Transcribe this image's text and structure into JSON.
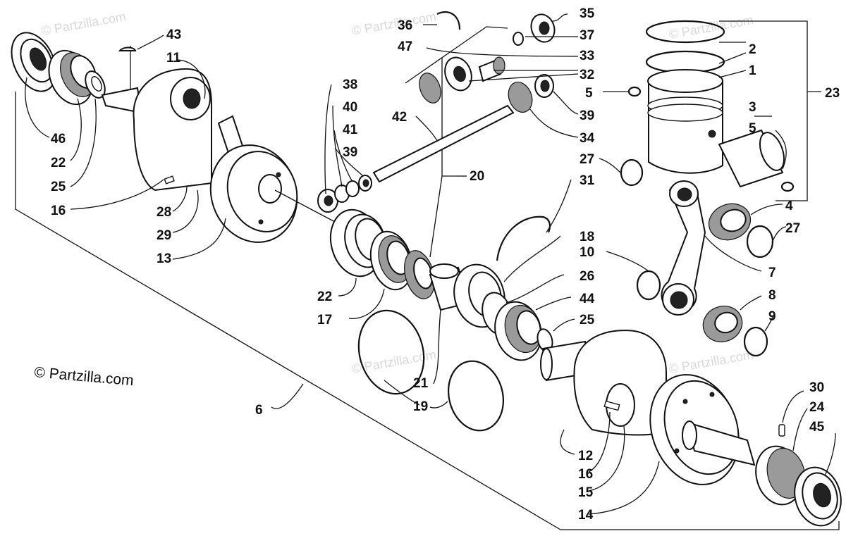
{
  "copyright": "© Partzilla.com",
  "watermark": "© Partzilla.com",
  "callouts": [
    "43",
    "11",
    "46",
    "22",
    "25",
    "16",
    "28",
    "29",
    "13",
    "38",
    "40",
    "41",
    "39",
    "42",
    "20",
    "36",
    "35",
    "47",
    "37",
    "33",
    "32",
    "39",
    "34",
    "27",
    "5",
    "2",
    "1",
    "3",
    "5",
    "23",
    "31",
    "4",
    "27",
    "18",
    "10",
    "7",
    "26",
    "44",
    "8",
    "25",
    "9",
    "22",
    "17",
    "21",
    "19",
    "6",
    "30",
    "24",
    "45",
    "12",
    "16",
    "15",
    "14"
  ]
}
